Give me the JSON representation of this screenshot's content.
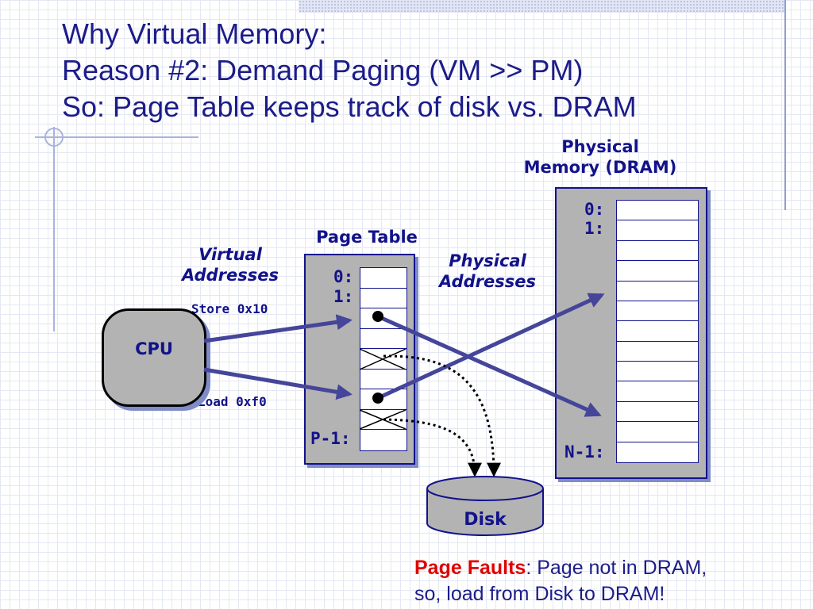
{
  "title": {
    "line1": "Why Virtual Memory:",
    "line2": "Reason #2: Demand Paging (VM >> PM)",
    "line3": "So: Page Table keeps track of disk vs. DRAM"
  },
  "diagram": {
    "virtual_addresses_label": [
      "Virtual",
      "Addresses"
    ],
    "physical_addresses_label": [
      "Physical",
      "Addresses"
    ],
    "physical_memory_label": [
      "Physical",
      "Memory (DRAM)"
    ],
    "page_table_label": "Page Table",
    "cpu_label": "CPU",
    "store_instruction": "Store 0x10",
    "load_instruction": "Load 0xf0",
    "page_table_indices": {
      "first": "0:",
      "second": "1:",
      "last": "P-1:"
    },
    "memory_indices": {
      "first": "0:",
      "second": "1:",
      "last": "N-1:"
    },
    "disk_label": "Disk",
    "page_table_rows": 9,
    "memory_rows": 13
  },
  "note": {
    "bold": "Page Faults",
    "rest1": ": Page not in DRAM,",
    "line2": "so, load from Disk to DRAM!"
  },
  "colors": {
    "accent": "#1c1c8a",
    "arrow": "#45459a",
    "panel": "#b3b3b3",
    "highlight": "#e00000"
  }
}
